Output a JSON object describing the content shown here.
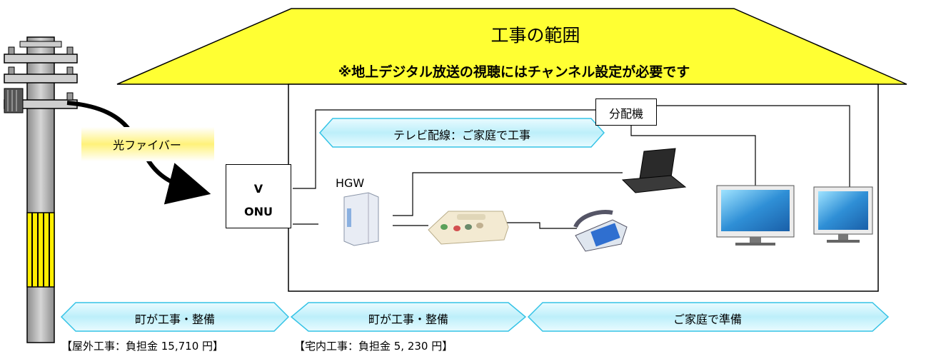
{
  "roof": {
    "title": "工事の範囲",
    "note": "※地上デジタル放送の視聴にはチャンネル設定が必要です",
    "color": "#ffff33"
  },
  "fiber_label": "光ファイバー",
  "onu": {
    "line1": "V",
    "line2": "ONU"
  },
  "hgw_label": "HGW",
  "splitter_label": "分配機",
  "tv_wiring_banner": "テレビ配線：ご家庭で工事",
  "bottom_banners": [
    {
      "label": "町が工事・整備"
    },
    {
      "label": "町が工事・整備"
    },
    {
      "label": "ご家庭で準備"
    }
  ],
  "costs": {
    "outdoor": "【屋外工事：負担金 15,710 円】",
    "indoor": "【宅内工事：負担金 5, 230 円】"
  },
  "colors": {
    "banner": "#c6f2fb",
    "banner_border": "#35c3e6",
    "fiber_box": "#fff7a8"
  }
}
